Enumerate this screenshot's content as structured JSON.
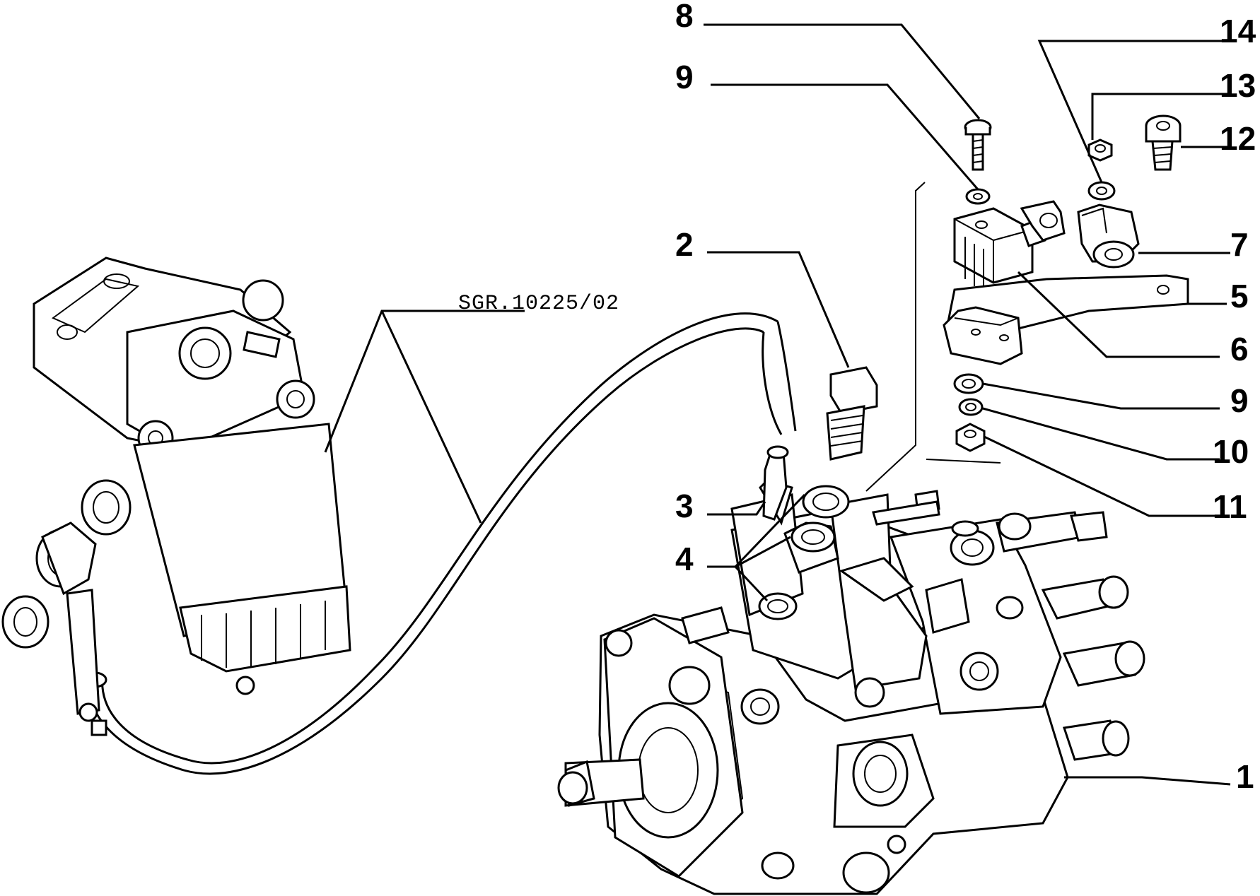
{
  "drawing_ref": "SGR.10225/02",
  "callouts": [
    "8",
    "9",
    "14",
    "13",
    "12",
    "7",
    "5",
    "6",
    "9",
    "10",
    "11",
    "2",
    "3",
    "4",
    "1"
  ],
  "colors": {
    "line": "#000000",
    "background": "#ffffff"
  }
}
